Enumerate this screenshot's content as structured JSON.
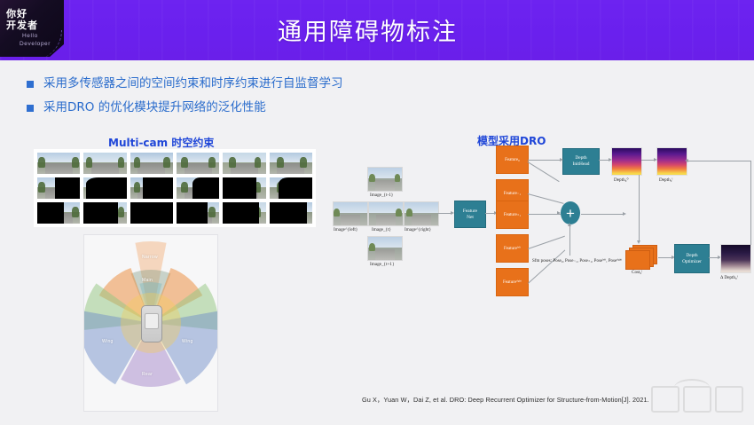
{
  "logo": {
    "cn_line1": "你好",
    "cn_line2": "开发者",
    "en_line1": "Hello",
    "en_line2": "Developer"
  },
  "header": {
    "title": "通用障碍物标注",
    "bg_color": "#6a20ee"
  },
  "bullets": [
    "采用多传感器之间的空间约束和时序约束进行自监督学习",
    "采用DRO 的优化模块提升网络的泛化性能"
  ],
  "left_panel": {
    "section_title": "Multi-cam 时空约束",
    "grid": {
      "rows": 3,
      "cols": 6,
      "description": "multi-camera driving scene thumbnails with black masked regions"
    },
    "sensor_diagram": {
      "labels": [
        "Narrow",
        "Main",
        "Wing",
        "Wing",
        "Rear"
      ]
    }
  },
  "right_panel": {
    "section_title": "模型采用DRO",
    "input_images": [
      {
        "label": "Image_{t-1}"
      },
      {
        "label": "Image^{left}"
      },
      {
        "label": "Image_{t}"
      },
      {
        "label": "Image^{right}"
      },
      {
        "label": "Image_{t+1}"
      }
    ],
    "feature_net": "Feature\nNet",
    "feature_net_line1": "Feature",
    "feature_net_line2": "Net",
    "features": [
      "Feature₀",
      "Feature₋₁",
      "Feature₊₁",
      "Featureˡᵉᶠᵗ",
      "Featureʳⁱᵍʰᵗ"
    ],
    "depth_init_head_line1": "Depth",
    "depth_init_head_line2": "InitHead",
    "depth_optimizer_line1": "Depth",
    "depth_optimizer_line2": "Optimizer",
    "depth_labels": [
      "Depth₀⁰",
      "Depth₀ⁱ"
    ],
    "cost_label": "Cost₀ⁱ",
    "delta_depth_label": "Δ Depth₀ⁱ",
    "plus_symbol": "+",
    "sfm_poses": "Sfm poses: Pose₀, Pose₋₁, Pose₊₁, Poseˡᵉᶠᵗ, Poseʳⁱᵍʰᵗ"
  },
  "citation": "Gu X，Yuan W，Dai Z, et al. DRO: Deep Recurrent Optimizer for Structure-from-Motion[J]. 2021.",
  "colors": {
    "header_purple": "#6a20ee",
    "bullet_blue": "#2a6ccc",
    "section_title_blue": "#1f46d8",
    "box_teal": "#2d7f93",
    "box_orange": "#e8711a",
    "page_bg": "#f1f1f3"
  },
  "chart_data": {
    "type": "diagram",
    "title": "模型采用DRO",
    "nodes": [
      {
        "id": "img_tm1",
        "label": "Image_{t-1}",
        "type": "image"
      },
      {
        "id": "img_left",
        "label": "Image^{left}",
        "type": "image"
      },
      {
        "id": "img_t",
        "label": "Image_{t}",
        "type": "image"
      },
      {
        "id": "img_right",
        "label": "Image^{right}",
        "type": "image"
      },
      {
        "id": "img_tp1",
        "label": "Image_{t+1}",
        "type": "image"
      },
      {
        "id": "featnet",
        "label": "Feature Net",
        "type": "teal-box"
      },
      {
        "id": "feat0",
        "label": "Feature₀",
        "type": "orange-box"
      },
      {
        "id": "featm1",
        "label": "Feature₋₁",
        "type": "orange-box"
      },
      {
        "id": "featp1",
        "label": "Feature₊₁",
        "type": "orange-box"
      },
      {
        "id": "featl",
        "label": "Featureˡᵉᶠᵗ",
        "type": "orange-box"
      },
      {
        "id": "featr",
        "label": "Featureʳⁱᵍʰᵗ",
        "type": "orange-box"
      },
      {
        "id": "dih",
        "label": "Depth InitHead",
        "type": "teal-box"
      },
      {
        "id": "d0",
        "label": "Depth₀⁰",
        "type": "depthmap"
      },
      {
        "id": "di",
        "label": "Depth₀ⁱ",
        "type": "depthmap"
      },
      {
        "id": "plus",
        "label": "+",
        "type": "junction"
      },
      {
        "id": "cost",
        "label": "Cost₀ⁱ",
        "type": "cost-volume"
      },
      {
        "id": "dopt",
        "label": "Depth Optimizer",
        "type": "teal-box"
      },
      {
        "id": "ddepth",
        "label": "Δ Depth₀ⁱ",
        "type": "depthmap"
      }
    ],
    "edges": [
      {
        "from": "img_t",
        "to": "featnet"
      },
      {
        "from": "featnet",
        "to": "feat0"
      },
      {
        "from": "feat0",
        "to": "dih"
      },
      {
        "from": "dih",
        "to": "d0"
      },
      {
        "from": "d0",
        "to": "di"
      },
      {
        "from": "feat0",
        "to": "plus"
      },
      {
        "from": "featm1",
        "to": "plus"
      },
      {
        "from": "featp1",
        "to": "plus"
      },
      {
        "from": "featl",
        "to": "plus"
      },
      {
        "from": "featr",
        "to": "plus"
      },
      {
        "from": "di",
        "to": "cost"
      },
      {
        "from": "plus",
        "to": "cost"
      },
      {
        "from": "cost",
        "to": "dopt"
      },
      {
        "from": "dopt",
        "to": "ddepth"
      },
      {
        "from": "ddepth",
        "to": "di"
      }
    ],
    "annotation": "Sfm poses: Pose₀, Pose₋₁, Pose₊₁, Poseˡᵉᶠᵗ, Poseʳⁱᵍʰᵗ"
  }
}
